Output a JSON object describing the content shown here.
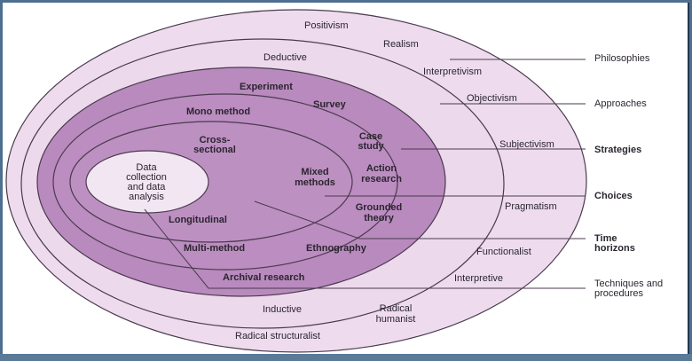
{
  "diagram": {
    "title": "Research onion",
    "layers": [
      {
        "name": "Philosophies",
        "bold": false,
        "items": [
          "Positivism",
          "Realism",
          "Interpretivism",
          "Objectivism",
          "Subjectivism",
          "Pragmatism",
          "Functionalist",
          "Interpretive",
          "Radical humanist",
          "Radical structuralist"
        ]
      },
      {
        "name": "Approaches",
        "bold": false,
        "items": [
          "Deductive",
          "Inductive"
        ]
      },
      {
        "name": "Strategies",
        "bold": true,
        "items": [
          "Experiment",
          "Survey",
          "Case study",
          "Action research",
          "Grounded theory",
          "Ethnography",
          "Archival research"
        ]
      },
      {
        "name": "Choices",
        "bold": true,
        "items": [
          "Mono method",
          "Mixed methods",
          "Multi-method"
        ]
      },
      {
        "name": "Time horizons",
        "bold": true,
        "items": [
          "Cross-sectional",
          "Longitudinal"
        ]
      },
      {
        "name": "Techniques and procedures",
        "bold": false,
        "items": [
          "Data collection and data analysis"
        ]
      }
    ],
    "labels": {
      "positivism": "Positivism",
      "realism": "Realism",
      "interpretivism": "Interpretivism",
      "objectivism": "Objectivism",
      "subjectivism": "Subjectivism",
      "pragmatism": "Pragmatism",
      "functionalist": "Functionalist",
      "interpretive": "Interpretive",
      "radical_humanist_1": "Radical",
      "radical_humanist_2": "humanist",
      "radical_structuralist": "Radical structuralist",
      "deductive": "Deductive",
      "inductive": "Inductive",
      "experiment": "Experiment",
      "survey": "Survey",
      "case_study_1": "Case",
      "case_study_2": "study",
      "action_research_1": "Action",
      "action_research_2": "research",
      "grounded_theory_1": "Grounded",
      "grounded_theory_2": "theory",
      "ethnography": "Ethnography",
      "archival_research": "Archival research",
      "mono_method": "Mono method",
      "mixed_methods_1": "Mixed",
      "mixed_methods_2": "methods",
      "multi_method": "Multi-method",
      "cross_sectional_1": "Cross-",
      "cross_sectional_2": "sectional",
      "longitudinal": "Longitudinal",
      "data_collection_1": "Data",
      "data_collection_2": "collection",
      "data_collection_3": "and data",
      "data_collection_4": "analysis"
    },
    "side_labels": {
      "philosophies": "Philosophies",
      "approaches": "Approaches",
      "strategies": "Strategies",
      "choices": "Choices",
      "time_horizons_1": "Time",
      "time_horizons_2": "horizons",
      "techniques_1": "Techniques and",
      "techniques_2": "procedures"
    },
    "colors": {
      "outer_ring": "#eedcee",
      "approach_ring": "#ead6ea",
      "strategy_ring": "#b889bd",
      "choice_ring": "#bb8dc0",
      "time_ring": "#bd90c2",
      "core": "#f3e6f3",
      "stroke": "#4a3a4e"
    }
  }
}
